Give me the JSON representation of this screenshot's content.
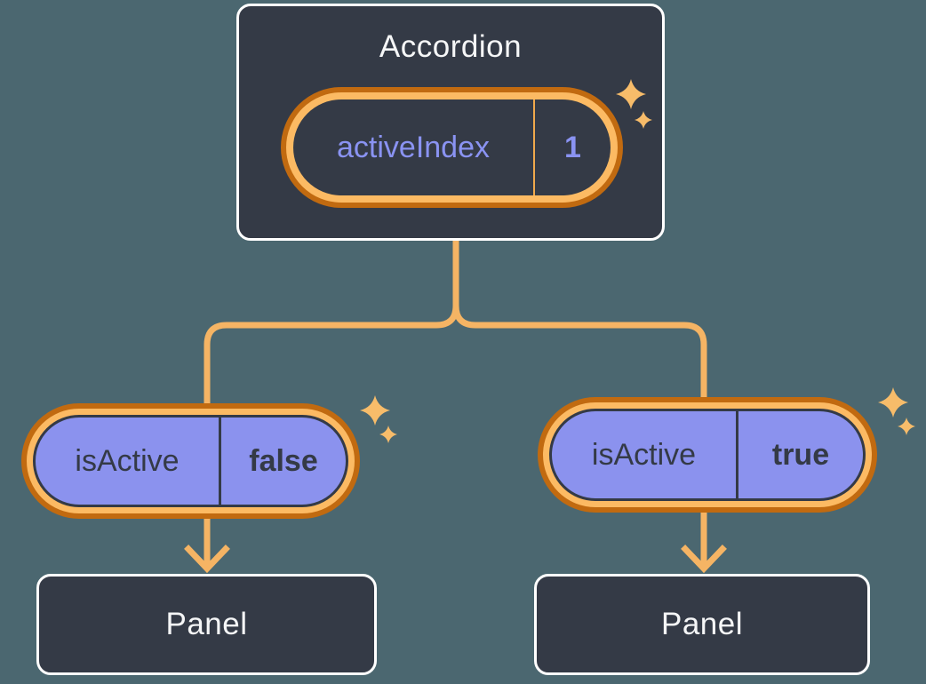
{
  "canvas": {
    "background": "#4b6770"
  },
  "colors": {
    "bg": "#4b6770",
    "node_fill": "#343a46",
    "node_border": "#ffffff",
    "node_text": "#f5f6f7",
    "ring_outer_orange": "#c16a10",
    "ring_inner_orange": "#fcba63",
    "line_orange": "#f5b464",
    "sparkle_orange": "#f7bc6a",
    "state_text_purple": "#8a93f2",
    "state_divider_orange": "#f0a94c",
    "prop_fill_purple": "#8b92ee",
    "prop_text_dark": "#343a46"
  },
  "accordion": {
    "title": "Accordion",
    "state_pill": {
      "label": "activeIndex",
      "value": "1"
    }
  },
  "children": [
    {
      "prop_pill": {
        "label": "isActive",
        "value": "false"
      },
      "panel": {
        "label": "Panel"
      }
    },
    {
      "prop_pill": {
        "label": "isActive",
        "value": "true"
      },
      "panel": {
        "label": "Panel"
      }
    }
  ]
}
